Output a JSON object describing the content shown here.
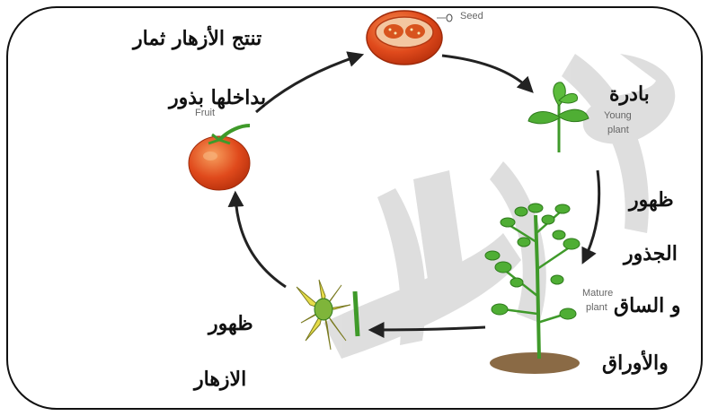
{
  "labels": {
    "top_line1": "تنتج الأزهار ثمار",
    "top_line2": "بداخلها بذور",
    "young": "بادرة",
    "right_line1": "ظهور",
    "right_line2": "الجذور",
    "right_line3": "و الساق",
    "right_line4": "والأوراق",
    "flower_line1": "ظهور",
    "flower_line2": "الازهار"
  },
  "english": {
    "seed": "Seed",
    "fruit": "Fruit",
    "young_1": "Young",
    "young_2": "plant",
    "mature_1": "Mature",
    "mature_2": "plant"
  },
  "colors": {
    "tomato": "#e04a1c",
    "leaf": "#3f9a2a",
    "arrow": "#222222",
    "flower": "#e6dc4a",
    "soil": "#8a6a45"
  },
  "icons": [
    "seed-cut-tomato",
    "young-plant",
    "mature-plant",
    "flower",
    "tomato-fruit"
  ]
}
